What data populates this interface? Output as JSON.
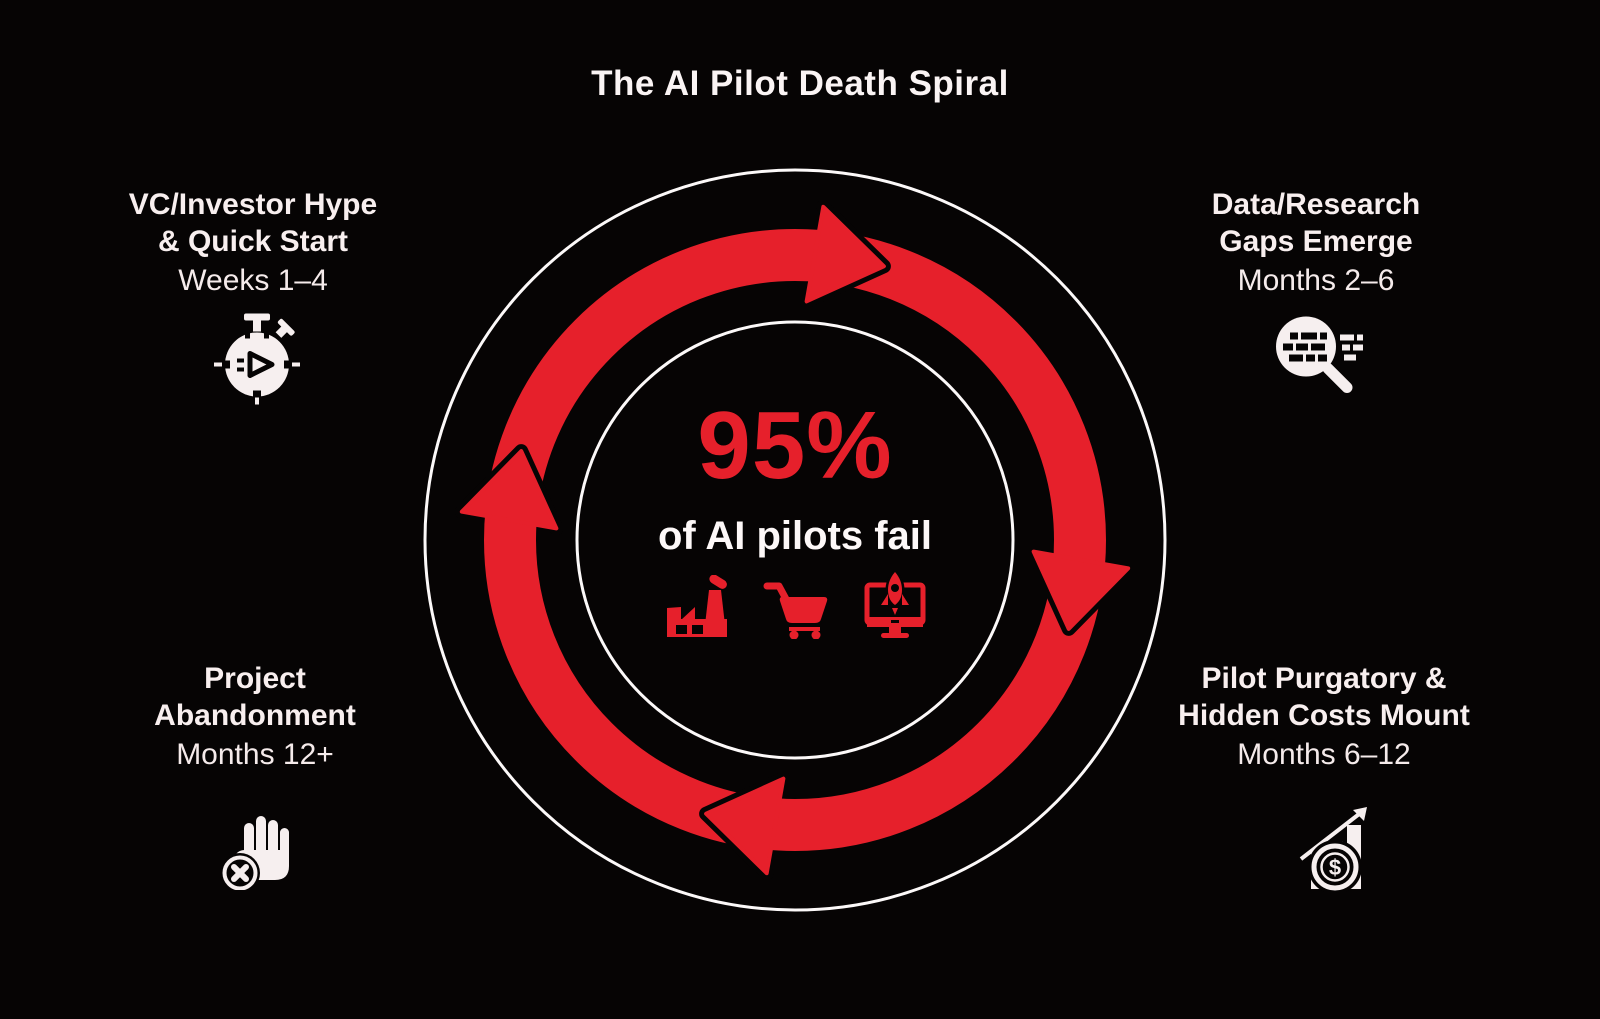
{
  "title": "The AI Pilot Death Spiral",
  "colors": {
    "background": "#060404",
    "accent_red": "#E6202B",
    "heading_text": "#F8EFEF",
    "subtitle_text": "#F5EBEB",
    "circle_stroke": "#FCF9F9"
  },
  "center": {
    "stat": "95%",
    "caption": "of AI pilots fail",
    "icons": [
      "factory-icon",
      "shopping-cart-icon",
      "monitor-rocket-icon"
    ]
  },
  "cycle": {
    "direction": "clockwise",
    "arrow_count": 4
  },
  "stages": [
    {
      "position": "top-left",
      "title_line1": "VC/Investor Hype",
      "title_line2": "& Quick Start",
      "timeframe": "Weeks 1–4",
      "icon": "stopwatch-icon"
    },
    {
      "position": "top-right",
      "title_line1": "Data/Research",
      "title_line2": "Gaps Emerge",
      "timeframe": "Months 2–6",
      "icon": "data-search-icon"
    },
    {
      "position": "bottom-right",
      "title_line1": "Pilot Purgatory &",
      "title_line2": "Hidden Costs Mount",
      "timeframe": "Months 6–12",
      "icon": "cost-growth-icon"
    },
    {
      "position": "bottom-left",
      "title_line1": "Project",
      "title_line2": "Abandonment",
      "timeframe": "Months 12+",
      "icon": "stop-hand-icon"
    }
  ]
}
